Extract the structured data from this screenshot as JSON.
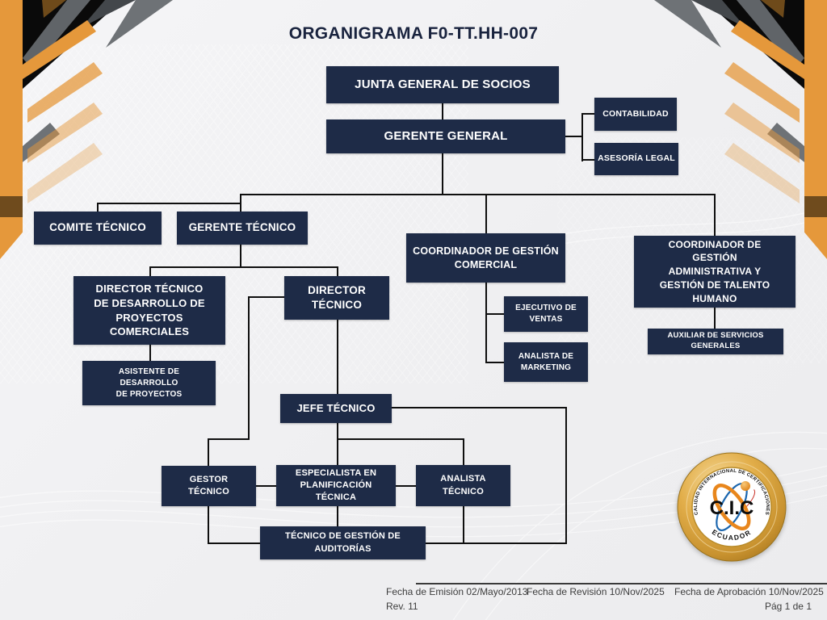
{
  "title": "ORGANIGRAMA F0-TT.HH-007",
  "org": {
    "junta": "JUNTA GENERAL DE SOCIOS",
    "gerente_general": "GERENTE GENERAL",
    "contabilidad": "CONTABILIDAD",
    "asesoria_legal": "ASESORÍA LEGAL",
    "comite_tecnico": "COMITE TÉCNICO",
    "gerente_tecnico": "GERENTE TÉCNICO",
    "coordinador_comercial": "COORDINADOR DE GESTIÓN COMERCIAL",
    "coordinador_administrativo": "COORDINADOR DE GESTIÓN ADMINISTRATIVA Y GESTIÓN DE TALENTO HUMANO",
    "director_desarrollo": "DIRECTOR TÉCNICO DE DESARROLLO DE PROYECTOS COMERCIALES",
    "director_tecnico": "DIRECTOR TÉCNICO",
    "asistente_desarrollo": "ASISTENTE DE DESARROLLO DE PROYECTOS",
    "ejecutivo_ventas": "EJECUTIVO DE VENTAS",
    "analista_marketing": "ANALISTA DE MARKETING",
    "auxiliar_servicios": "AUXILIAR DE SERVICIOS GENERALES",
    "jefe_tecnico": "JEFE TÉCNICO",
    "gestor_tecnico": "GESTOR TÉCNICO",
    "especialista_planificacion": "ESPECIALISTA EN PLANIFICACIÓN TÉCNICA",
    "analista_tecnico": "ANALISTA TÉCNICO",
    "tecnico_auditorias": "TÉCNICO DE GESTIÓN DE AUDITORÍAS"
  },
  "logo": {
    "arc_top": "CALIDAD INTERNACIONAL DE CERTIFICACIONES",
    "arc_bottom": "ECUADOR",
    "center": "C.I.C"
  },
  "footer": {
    "emision": "Fecha de Emisión 02/Mayo/2013",
    "revision": "Fecha de Revisión 10/Nov/2025",
    "aprobacion": "Fecha de Aprobación 10/Nov/2025",
    "rev": "Rev. 11",
    "page": "Pág 1 de 1"
  },
  "colors": {
    "box_navy": "#1E2B47",
    "connector": "#0F0F0F",
    "accent_orange": "#E5983B",
    "badge_gold": "#D9A33C"
  }
}
